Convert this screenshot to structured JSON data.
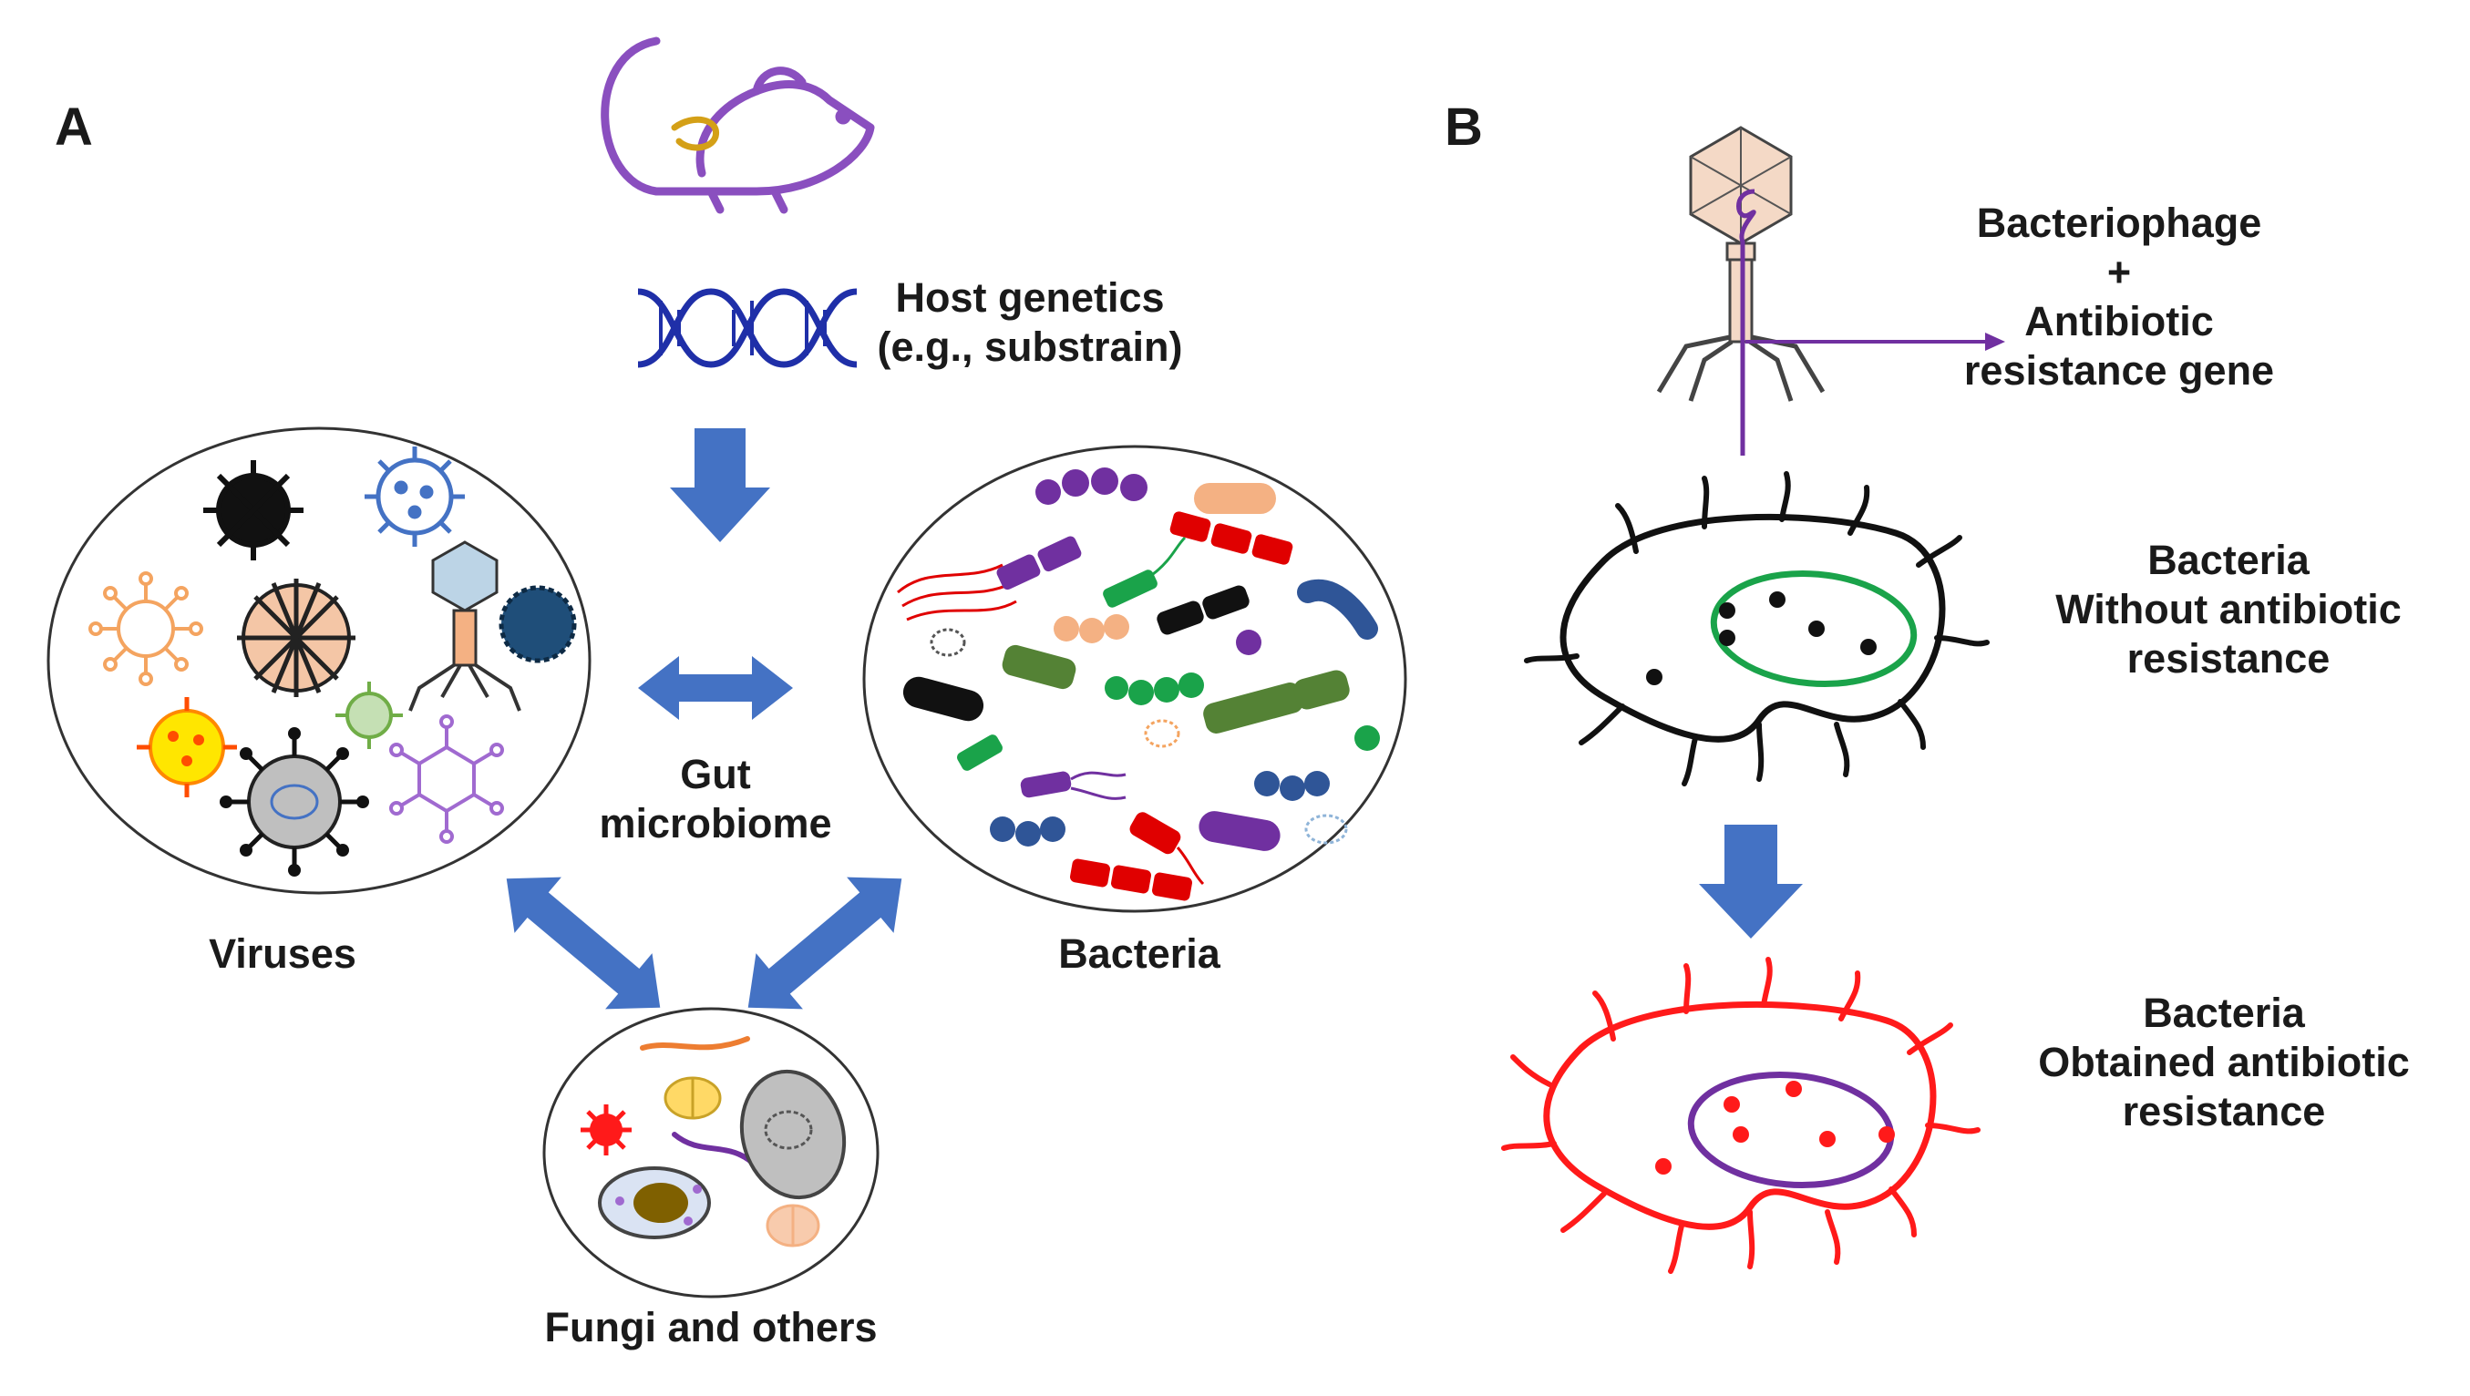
{
  "panel_a": {
    "letter": "A",
    "host_genetics": [
      "Host genetics",
      "(e.g., substrain)"
    ],
    "gut_microbiome": [
      "Gut",
      "microbiome"
    ],
    "viruses_label": "Viruses",
    "bacteria_label": "Bacteria",
    "fungi_label": "Fungi and others"
  },
  "panel_b": {
    "letter": "B",
    "phage_label": [
      "Bacteriophage",
      "+",
      "Antibiotic",
      "resistance gene"
    ],
    "bacteria_without": [
      "Bacteria",
      "Without antibiotic",
      "resistance"
    ],
    "bacteria_obtained": [
      "Bacteria",
      "Obtained antibiotic",
      "resistance"
    ]
  },
  "colors": {
    "arrow_blue": "#4472c4",
    "mouse_purple": "#8a4fbf",
    "dna_blue": "#1f2fa8",
    "bacterium_black": "#111111",
    "bacterium_red": "#ff1a1a",
    "plasmid_green": "#1aa34a",
    "plasmid_purple": "#7030a0",
    "phage_head": "#f4d9c6"
  },
  "icons": [
    "mouse-icon",
    "dna-icon",
    "virus-icons",
    "bacteria-icons",
    "fungi-icons",
    "bacteriophage-icon",
    "bacterium-icon"
  ]
}
